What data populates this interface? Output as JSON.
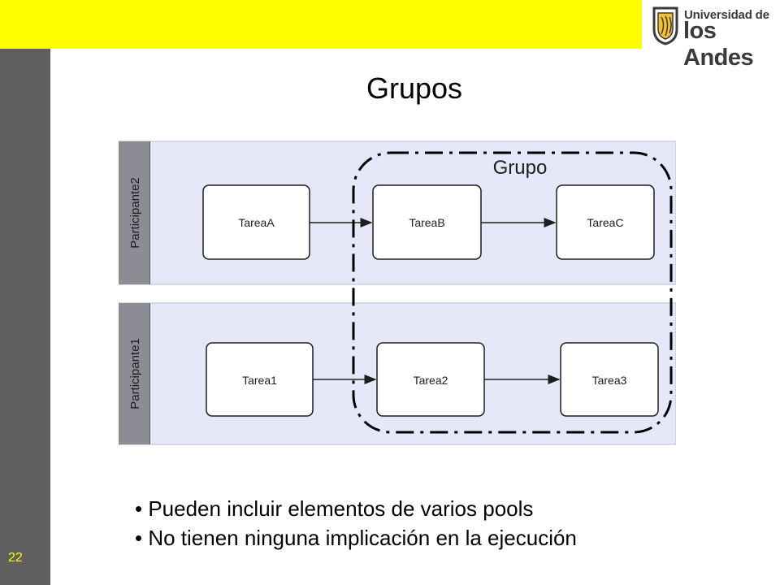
{
  "slide": {
    "title": "Grupos",
    "number": "22"
  },
  "logo": {
    "line1": "Universidad de",
    "line2": "los Andes"
  },
  "diagram": {
    "group_label": "Grupo",
    "pools": [
      {
        "name": "Participante2",
        "tasks": [
          "TareaA",
          "TareaB",
          "TareaC"
        ]
      },
      {
        "name": "Participante1",
        "tasks": [
          "Tarea1",
          "Tarea2",
          "Tarea3"
        ]
      }
    ]
  },
  "bullets": [
    "Pueden incluir elementos de varios pools",
    "No tienen ninguna implicación en la ejecución"
  ],
  "colors": {
    "accent_yellow": "#ffff00",
    "sidebar_gray": "#5f5f5f",
    "lane_fill": "#e6e8fa",
    "pool_header": "#8c8c94"
  }
}
